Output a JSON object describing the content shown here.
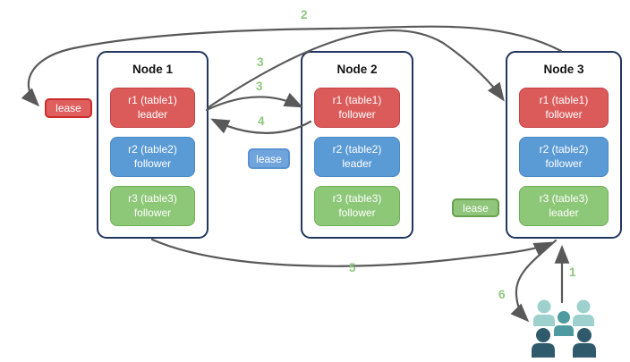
{
  "diagram": {
    "background": "#ffffff",
    "arrow_color": "#595959",
    "step_number_color": "#8cc87c",
    "node_border_color": "#22365f"
  },
  "nodes": [
    {
      "title": "Node 1",
      "replicas": [
        {
          "label": "r1 (table1)",
          "role": "leader",
          "color": "#db5b5b"
        },
        {
          "label": "r2 (table2)",
          "role": "follower",
          "color": "#5b9bd5"
        },
        {
          "label": "r3 (table3)",
          "role": "follower",
          "color": "#8dc878"
        }
      ]
    },
    {
      "title": "Node 2",
      "replicas": [
        {
          "label": "r1 (table1)",
          "role": "follower",
          "color": "#db5b5b"
        },
        {
          "label": "r2 (table2)",
          "role": "leader",
          "color": "#5b9bd5"
        },
        {
          "label": "r3 (table3)",
          "role": "follower",
          "color": "#8dc878"
        }
      ]
    },
    {
      "title": "Node 3",
      "replicas": [
        {
          "label": "r1 (table1)",
          "role": "follower",
          "color": "#db5b5b"
        },
        {
          "label": "r2 (table2)",
          "role": "follower",
          "color": "#5b9bd5"
        },
        {
          "label": "r3 (table3)",
          "role": "leader",
          "color": "#8dc878"
        }
      ]
    }
  ],
  "leases": [
    {
      "label": "lease",
      "color": "#df5f5f",
      "position": "left-of-node1"
    },
    {
      "label": "lease",
      "color": "#6fa4dc",
      "position": "left-of-node2"
    },
    {
      "label": "lease",
      "color": "#8fc67b",
      "position": "left-of-node3"
    }
  ],
  "steps": {
    "s1": "1",
    "s2": "2",
    "s3a": "3",
    "s3b": "3",
    "s4": "4",
    "s5": "5",
    "s6": "6"
  },
  "users_icon": {
    "name": "users-group-icon",
    "colors": {
      "light": "#9ed0ce",
      "mid": "#4f9aa0",
      "dark": "#2f5a6b"
    }
  }
}
